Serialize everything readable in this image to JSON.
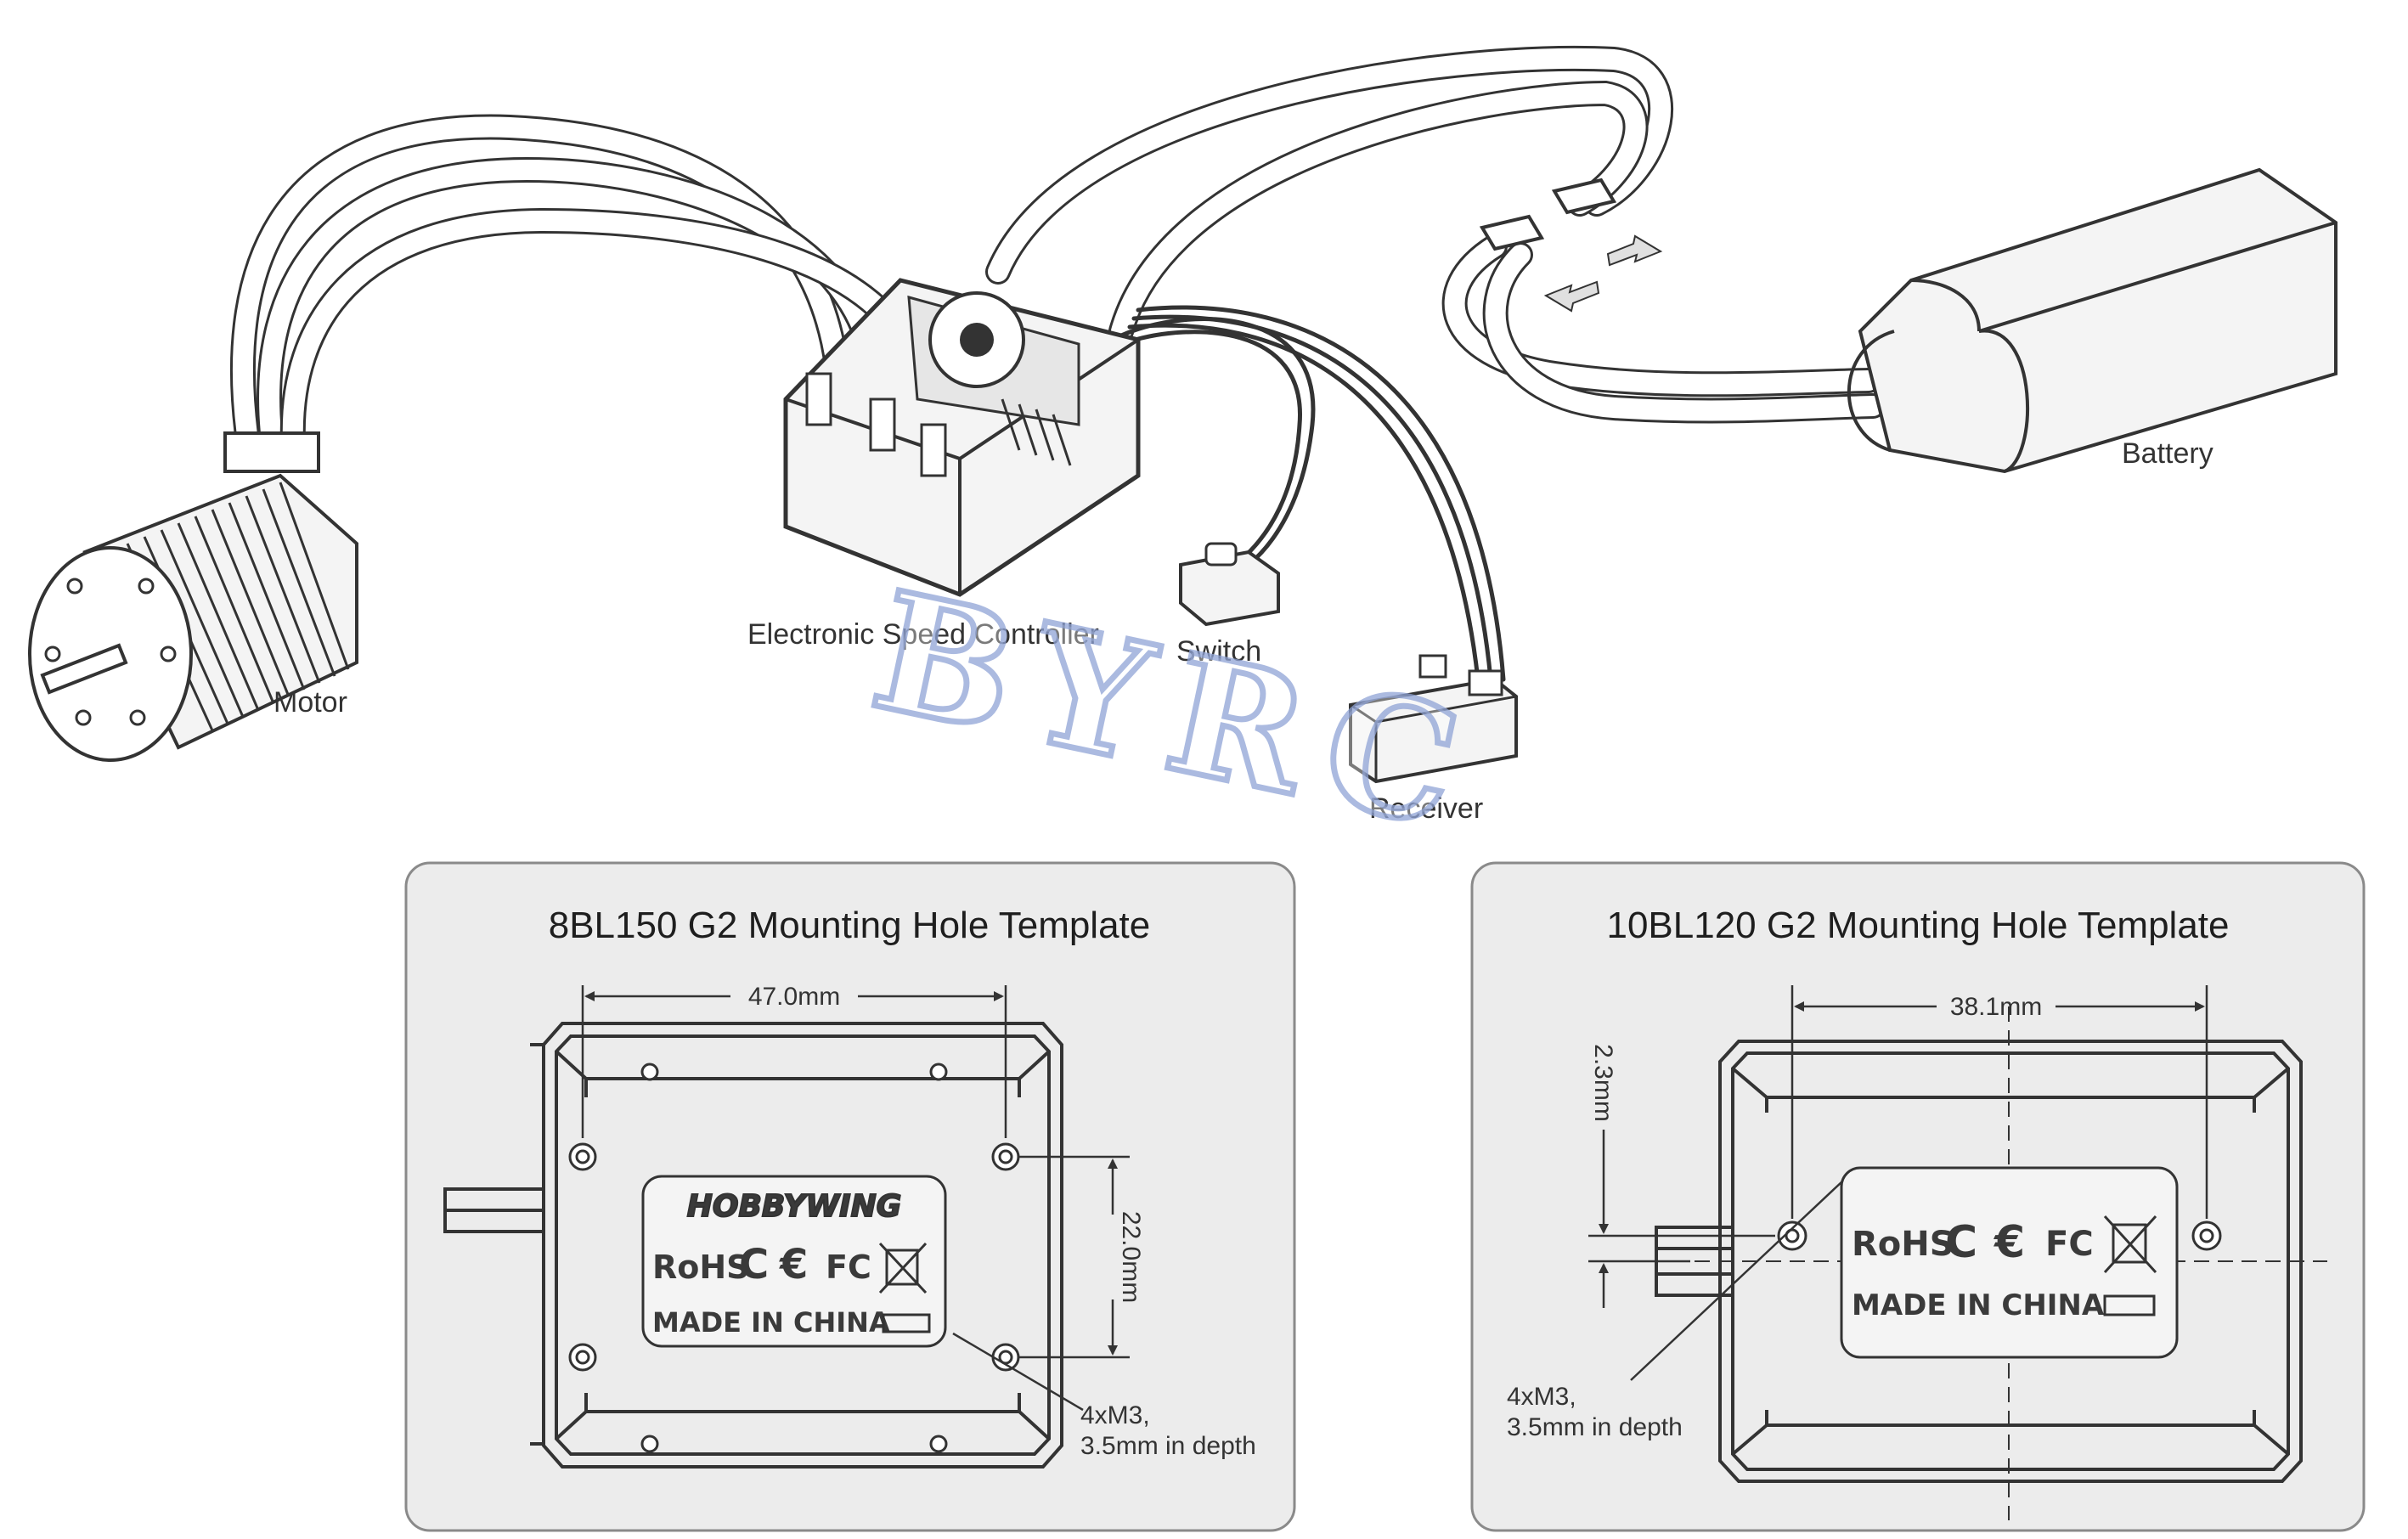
{
  "labels": {
    "motor": "Motor",
    "esc": "Electronic Speed Controller",
    "switch": "Switch",
    "receiver": "Receiver",
    "battery": "Battery"
  },
  "watermark": "BYRC",
  "panel_left": {
    "title": "8BL150 G2 Mounting Hole Template",
    "width_dim": "47.0mm",
    "height_dim": "22.0mm",
    "screw_line1": "4xM3,",
    "screw_line2": "3.5mm in depth",
    "brand": "HOBBYWING",
    "cert": "RoHS",
    "made_in": "MADE IN CHINA"
  },
  "panel_right": {
    "title": "10BL120 G2 Mounting Hole Template",
    "width_dim": "38.1mm",
    "offset_dim": "2.3mm",
    "screw_line1": "4xM3,",
    "screw_line2": "3.5mm in depth",
    "cert": "RoHS",
    "made_in": "MADE IN CHINA"
  },
  "colors": {
    "line": "#333333",
    "panel_bg": "#ececec",
    "panel_border": "#8a8a8a",
    "component_fill": "#f4f4f4",
    "watermark_stroke": "#8fa3d6"
  }
}
